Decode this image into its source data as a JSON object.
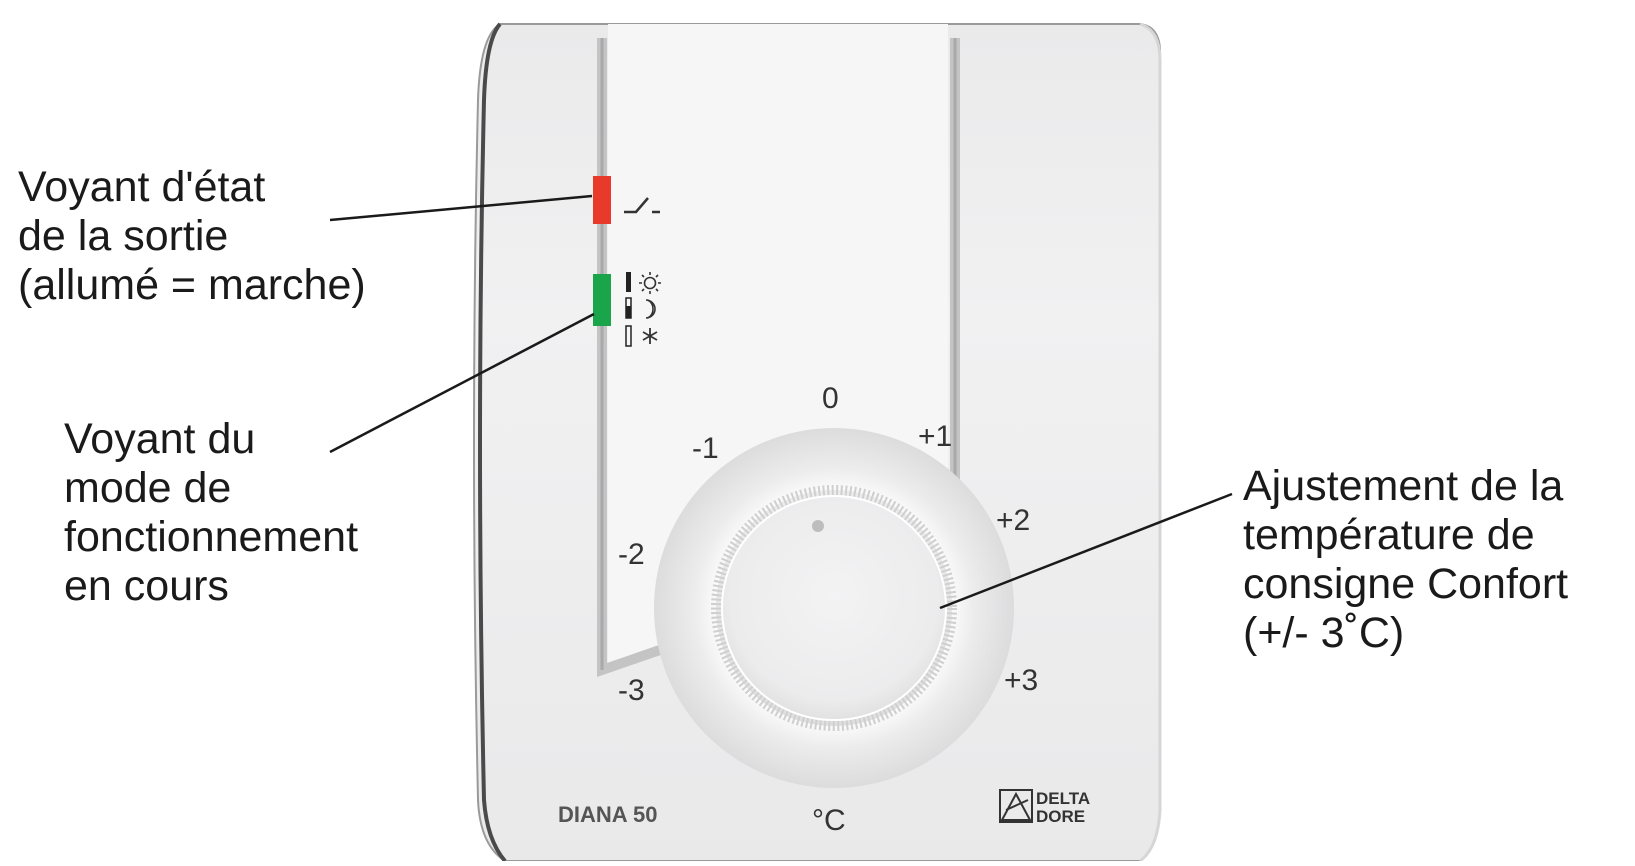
{
  "callouts": {
    "output_led": {
      "lines": [
        "Voyant d'état",
        "de la sortie",
        "(allumé = marche)"
      ]
    },
    "mode_led": {
      "lines": [
        "Voyant du",
        "mode de",
        "fonctionnement",
        "en cours"
      ]
    },
    "temperature_knob": {
      "lines": [
        "Ajustement de la",
        "température de",
        "consigne Confort",
        "(+/- 3˚C)"
      ]
    }
  },
  "device": {
    "model": "DIANA 50",
    "brand_line1": "DELTA",
    "brand_line2": "DORE",
    "unit_label": "°C",
    "scale": {
      "minus3": "-3",
      "minus2": "-2",
      "minus1": "-1",
      "zero": "0",
      "plus1": "+1",
      "plus2": "+2",
      "plus3": "+3"
    },
    "led_colors": {
      "output": "#e8392b",
      "mode": "#1aa54b"
    },
    "mode_icons": [
      "sun-icon",
      "moon-icon",
      "snowflake-icon"
    ]
  }
}
